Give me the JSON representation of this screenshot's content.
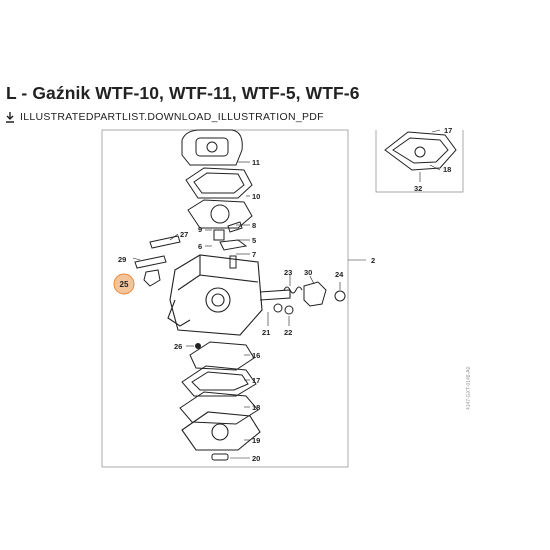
{
  "page": {
    "title": "L - Gaźnik WTF-10, WTF-11, WTF-5, WTF-6",
    "download_label": "ILLUSTRATEDPARTLIST.DOWNLOAD_ILLUSTRATION_PDF",
    "download_icon": "download-arrow-icon"
  },
  "diagram": {
    "side_code": "4147-GXT-0148-A0",
    "highlighted_part": "25",
    "callouts": {
      "c11": "11",
      "c10": "10",
      "c27": "27",
      "c8": "8",
      "c9": "9",
      "c5": "5",
      "c6": "6",
      "c7": "7",
      "c29": "29",
      "c25": "25",
      "c23": "23",
      "c30": "30",
      "c24": "24",
      "c2": "2",
      "c21": "21",
      "c22": "22",
      "c26": "26",
      "c16": "16",
      "c17": "17",
      "c18": "18",
      "c19": "19",
      "c20": "20",
      "inset_17": "17",
      "inset_18": "18",
      "inset_32": "32"
    }
  }
}
